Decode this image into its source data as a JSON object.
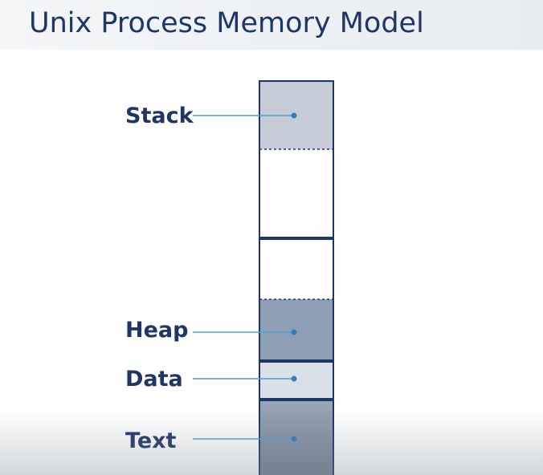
{
  "title": "Unix Process Memory Model",
  "segments": {
    "stack": "Stack",
    "heap": "Heap",
    "data": "Data",
    "text": "Text"
  },
  "colors": {
    "title": "#1e3566",
    "border": "#1e3566",
    "leader": "#4aa3cc",
    "stack_fill": "#c5ccd8",
    "heap_fill": "#8e9fb6",
    "data_fill": "#d8dfe6",
    "text_fill": "#8d9bae",
    "empty_fill": "#ffffff"
  }
}
